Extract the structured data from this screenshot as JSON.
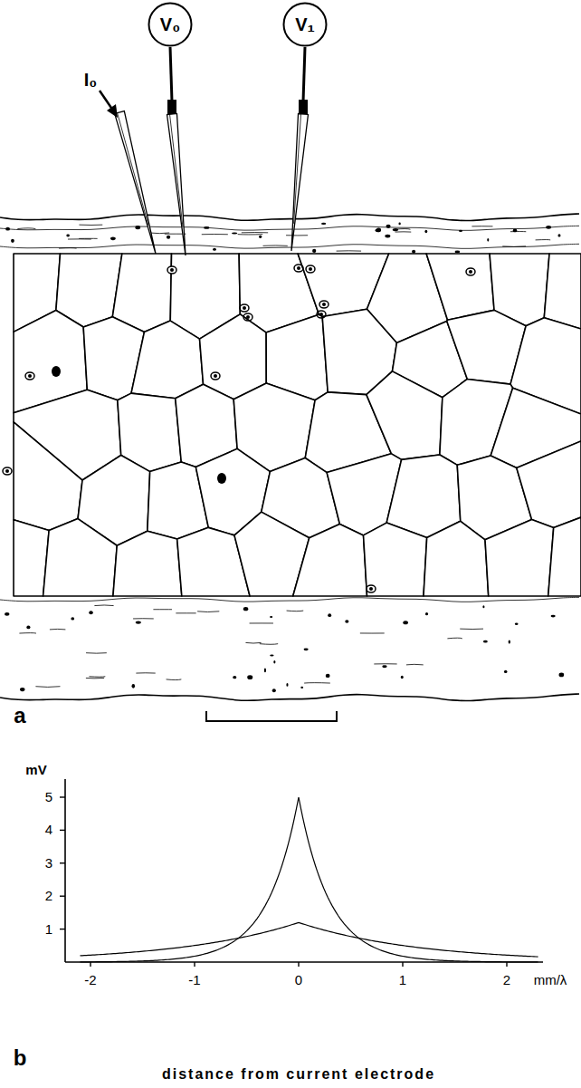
{
  "diagram": {
    "nodes": [
      {
        "text": [
          "V₀"
        ]
      },
      {
        "text": [
          "V₁"
        ]
      }
    ],
    "labels": [
      "I₀",
      "a",
      "b",
      "mV",
      "5",
      "4",
      "3",
      "2",
      "1",
      "-2",
      "-1",
      "0",
      "1",
      "2",
      "mm/λ",
      "distance from current electrode"
    ]
  }
}
